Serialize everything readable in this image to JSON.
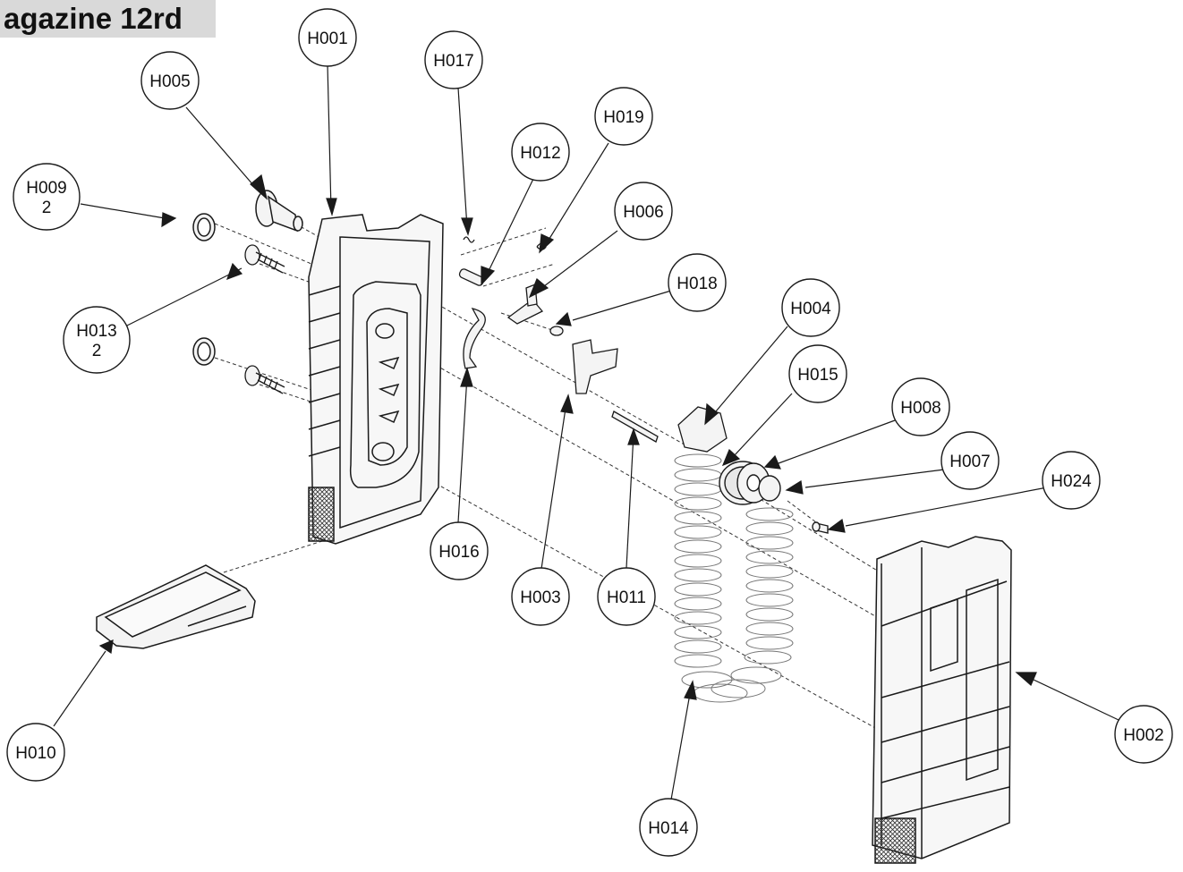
{
  "title": "agazine 12rd",
  "colors": {
    "line": "#1a1a1a",
    "title_band": "#d9d9d9",
    "part_fill": "#f4f4f4"
  },
  "callouts": [
    {
      "id": "H001",
      "lines": [
        "H001"
      ]
    },
    {
      "id": "H005",
      "lines": [
        "H005"
      ]
    },
    {
      "id": "H017",
      "lines": [
        "H017"
      ]
    },
    {
      "id": "H019",
      "lines": [
        "H019"
      ]
    },
    {
      "id": "H012",
      "lines": [
        "H012"
      ]
    },
    {
      "id": "H009",
      "lines": [
        "H009",
        "2"
      ]
    },
    {
      "id": "H006",
      "lines": [
        "H006"
      ]
    },
    {
      "id": "H018",
      "lines": [
        "H018"
      ]
    },
    {
      "id": "H004",
      "lines": [
        "H004"
      ]
    },
    {
      "id": "H013",
      "lines": [
        "H013",
        "2"
      ]
    },
    {
      "id": "H015",
      "lines": [
        "H015"
      ]
    },
    {
      "id": "H008",
      "lines": [
        "H008"
      ]
    },
    {
      "id": "H007",
      "lines": [
        "H007"
      ]
    },
    {
      "id": "H024",
      "lines": [
        "H024"
      ]
    },
    {
      "id": "H016",
      "lines": [
        "H016"
      ]
    },
    {
      "id": "H003",
      "lines": [
        "H003"
      ]
    },
    {
      "id": "H011",
      "lines": [
        "H011"
      ]
    },
    {
      "id": "H002",
      "lines": [
        "H002"
      ]
    },
    {
      "id": "H010",
      "lines": [
        "H010"
      ]
    },
    {
      "id": "H014",
      "lines": [
        "H014"
      ]
    }
  ]
}
